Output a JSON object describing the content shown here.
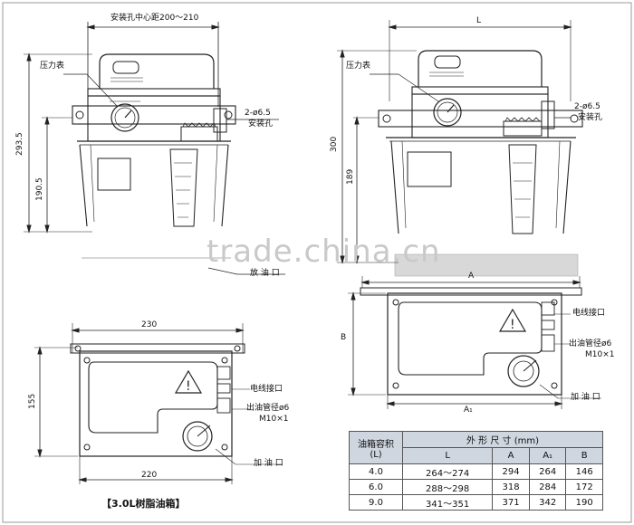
{
  "left_panel": {
    "top_dim_label": "安装孔中心距200～210",
    "pressure_gauge_label": "压力表",
    "mount_hole_size": "2-ø6.5",
    "mount_hole_label": "安装孔",
    "height_total": "293.5",
    "height_lower": "190.5",
    "drain_label": "放 油 口",
    "width_top": "230",
    "height_side": "155",
    "width_bottom": "220",
    "cable_port_label": "电线接口",
    "outlet_label": "出油管径ø6",
    "outlet_thread": "M10×1",
    "fill_port_label": "加 油 口",
    "caption": "【3.0L树脂油箱】"
  },
  "right_panel": {
    "dim_L": "L",
    "pressure_gauge_label": "压力表",
    "mount_hole_size": "2-ø6.5",
    "mount_hole_label": "安装孔",
    "height_total": "300",
    "height_lower": "189",
    "dim_A": "A",
    "dim_B": "B",
    "dim_A1": "A₁",
    "cable_port_label": "电线接口",
    "outlet_label": "出油管径ø6",
    "outlet_thread": "M10×1",
    "fill_port_label": "加 油 口"
  },
  "watermark": "trade.china.cn",
  "spec_table": {
    "header_capacity": "油箱容积",
    "header_capacity_unit": "(L)",
    "header_dims": "外 形 尺 寸 (mm)",
    "columns": [
      "L",
      "A",
      "A₁",
      "B"
    ],
    "rows": [
      [
        "4.0",
        "264～274",
        "294",
        "264",
        "146"
      ],
      [
        "6.0",
        "288～298",
        "318",
        "284",
        "172"
      ],
      [
        "9.0",
        "341～351",
        "371",
        "342",
        "190"
      ]
    ]
  }
}
